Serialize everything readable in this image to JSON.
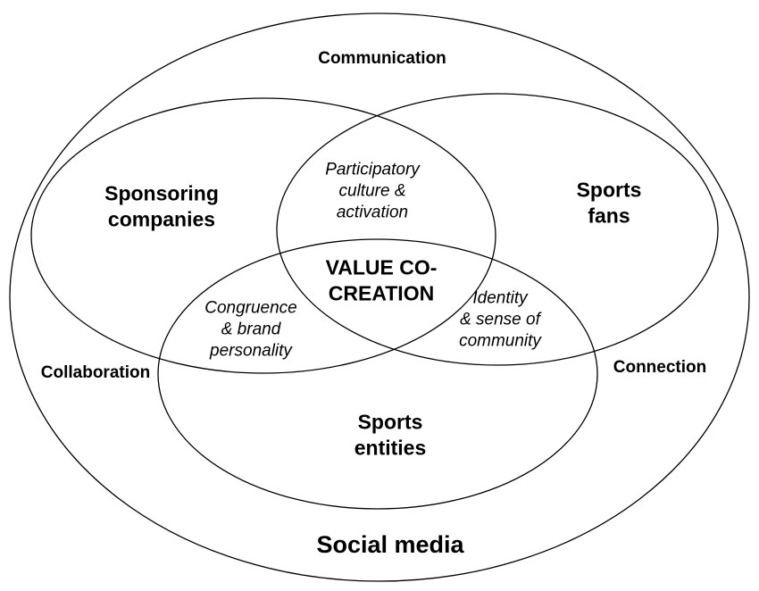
{
  "outer": {
    "title": "Social media"
  },
  "links": {
    "top": "Communication",
    "left": "Collaboration",
    "right": "Connection"
  },
  "sets": {
    "sponsors": [
      "Sponsoring",
      "companies"
    ],
    "fans": [
      "Sports",
      "fans"
    ],
    "entities": [
      "Sports",
      "entities"
    ]
  },
  "overlaps": {
    "sponsors_fans": [
      "Participatory",
      "culture &",
      "activation"
    ],
    "sponsors_entities": [
      "Congruence",
      "& brand",
      "personality"
    ],
    "fans_entities": [
      "Identity",
      "& sense of",
      "community"
    ],
    "center": [
      "VALUE CO-",
      "CREATION"
    ]
  },
  "colors": {
    "stroke": "#000000",
    "background": "#ffffff"
  }
}
